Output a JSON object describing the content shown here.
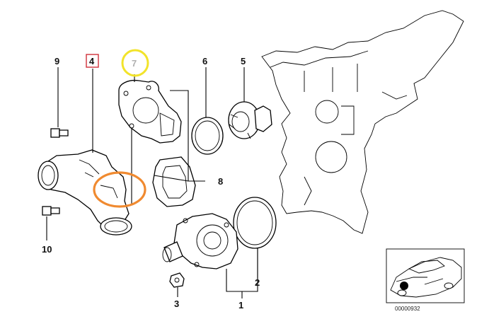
{
  "diagram": {
    "callouts": [
      {
        "id": "1",
        "label": "1"
      },
      {
        "id": "2",
        "label": "2"
      },
      {
        "id": "3",
        "label": "3"
      },
      {
        "id": "4",
        "label": "4"
      },
      {
        "id": "5",
        "label": "5"
      },
      {
        "id": "6",
        "label": "6"
      },
      {
        "id": "7",
        "label": "7"
      },
      {
        "id": "8",
        "label": "8"
      },
      {
        "id": "9",
        "label": "9"
      },
      {
        "id": "10",
        "label": "10"
      }
    ],
    "highlight_colors": {
      "box_4": "#d0303a",
      "circle_7": "#f2e32a",
      "ellipse_highlight": "#f08a30"
    },
    "inset": {
      "reference_code": "00000932"
    }
  }
}
